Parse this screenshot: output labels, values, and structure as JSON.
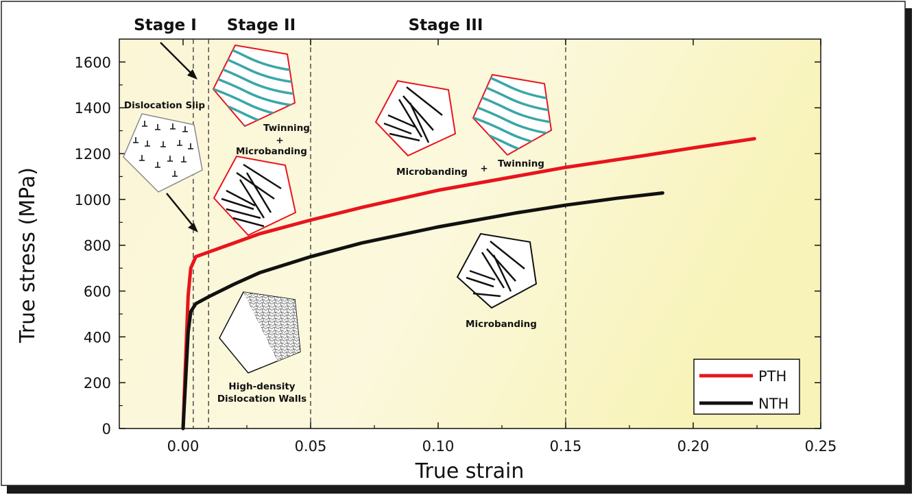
{
  "chart_data": {
    "type": "line",
    "xlabel": "True strain",
    "ylabel": "True stress (MPa)",
    "xlim": [
      -0.025,
      0.25
    ],
    "ylim": [
      0,
      1700
    ],
    "x_ticks": [
      0.0,
      0.05,
      0.1,
      0.15,
      0.2,
      0.25
    ],
    "x_tick_labels": [
      "0.00",
      "0.05",
      "0.10",
      "0.15",
      "0.20",
      "0.25"
    ],
    "y_ticks": [
      0,
      200,
      400,
      600,
      800,
      1000,
      1200,
      1400,
      1600
    ],
    "y_tick_labels": [
      "0",
      "200",
      "400",
      "600",
      "800",
      "1000",
      "1200",
      "1400",
      "1600"
    ],
    "grid": false,
    "legend_position": "bottom-right",
    "series": [
      {
        "name": "PTH",
        "color": "#e8141c",
        "x": [
          0.0,
          0.001,
          0.002,
          0.003,
          0.005,
          0.01,
          0.02,
          0.03,
          0.05,
          0.07,
          0.1,
          0.13,
          0.15,
          0.18,
          0.2,
          0.224
        ],
        "y": [
          0,
          300,
          580,
          700,
          750,
          770,
          810,
          850,
          910,
          965,
          1040,
          1100,
          1140,
          1190,
          1225,
          1265
        ]
      },
      {
        "name": "NTH",
        "color": "#111111",
        "x": [
          0.0,
          0.001,
          0.002,
          0.003,
          0.005,
          0.01,
          0.02,
          0.03,
          0.05,
          0.07,
          0.1,
          0.13,
          0.15,
          0.17,
          0.188
        ],
        "y": [
          0,
          210,
          420,
          510,
          545,
          575,
          630,
          680,
          750,
          810,
          880,
          940,
          975,
          1005,
          1028
        ]
      }
    ],
    "stage_boundaries": [
      0.004,
      0.01,
      0.05,
      0.15
    ],
    "stages": [
      "Stage I",
      "Stage II",
      "Stage III"
    ],
    "annotations": {
      "dislocation_slip": "Dislocation Slip",
      "twinning_top": "Twinning",
      "plus_1": "+",
      "microbanding_top": "Microbanding",
      "microbanding_mid": "Microbanding",
      "plus_2": "+",
      "twinning_mid": "Twinning",
      "microbanding_low": "Microbanding",
      "walls_line1": "High-density",
      "walls_line2": "Dislocation Walls"
    }
  }
}
